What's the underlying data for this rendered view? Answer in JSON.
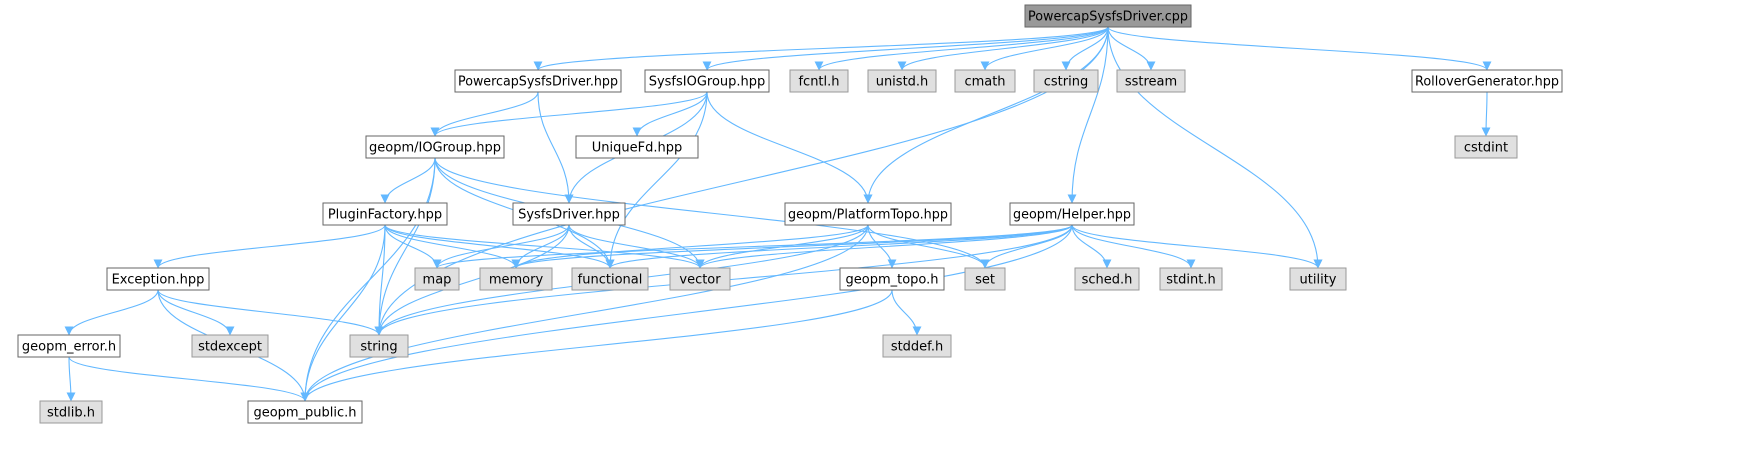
{
  "colors": {
    "edge": "#63b8ff",
    "root_fill": "#999999",
    "root_stroke": "#666666",
    "project_fill": "#ffffff",
    "project_stroke": "#666666",
    "system_fill": "#e0e0e0",
    "system_stroke": "#999999",
    "text": "#000000"
  },
  "nodes": [
    {
      "id": "root",
      "label": "PowercapSysfsDriver.cpp",
      "kind": "root"
    },
    {
      "id": "psd_hpp",
      "label": "PowercapSysfsDriver.hpp",
      "kind": "project"
    },
    {
      "id": "sysfsio",
      "label": "SysfsIOGroup.hpp",
      "kind": "project"
    },
    {
      "id": "fcntl",
      "label": "fcntl.h",
      "kind": "system"
    },
    {
      "id": "unistd",
      "label": "unistd.h",
      "kind": "system"
    },
    {
      "id": "cmath",
      "label": "cmath",
      "kind": "system"
    },
    {
      "id": "cstring",
      "label": "cstring",
      "kind": "system"
    },
    {
      "id": "sstream",
      "label": "sstream",
      "kind": "system"
    },
    {
      "id": "rollover",
      "label": "RolloverGenerator.hpp",
      "kind": "project"
    },
    {
      "id": "iogroup",
      "label": "geopm/IOGroup.hpp",
      "kind": "project"
    },
    {
      "id": "uniquefd",
      "label": "UniqueFd.hpp",
      "kind": "project"
    },
    {
      "id": "cstdint",
      "label": "cstdint",
      "kind": "system"
    },
    {
      "id": "pluginfactory",
      "label": "PluginFactory.hpp",
      "kind": "project"
    },
    {
      "id": "sysfsdriver",
      "label": "SysfsDriver.hpp",
      "kind": "project"
    },
    {
      "id": "platformtopo",
      "label": "geopm/PlatformTopo.hpp",
      "kind": "project"
    },
    {
      "id": "helper",
      "label": "geopm/Helper.hpp",
      "kind": "project"
    },
    {
      "id": "exception",
      "label": "Exception.hpp",
      "kind": "project"
    },
    {
      "id": "map",
      "label": "map",
      "kind": "system"
    },
    {
      "id": "memory",
      "label": "memory",
      "kind": "system"
    },
    {
      "id": "functional",
      "label": "functional",
      "kind": "system"
    },
    {
      "id": "vector",
      "label": "vector",
      "kind": "system"
    },
    {
      "id": "set",
      "label": "set",
      "kind": "system"
    },
    {
      "id": "geopm_topo",
      "label": "geopm_topo.h",
      "kind": "project"
    },
    {
      "id": "sched",
      "label": "sched.h",
      "kind": "system"
    },
    {
      "id": "stdint",
      "label": "stdint.h",
      "kind": "system"
    },
    {
      "id": "utility",
      "label": "utility",
      "kind": "system"
    },
    {
      "id": "geopm_error",
      "label": "geopm_error.h",
      "kind": "project"
    },
    {
      "id": "stdexcept",
      "label": "stdexcept",
      "kind": "system"
    },
    {
      "id": "string",
      "label": "string",
      "kind": "system"
    },
    {
      "id": "stddef",
      "label": "stddef.h",
      "kind": "system"
    },
    {
      "id": "stdlib",
      "label": "stdlib.h",
      "kind": "system"
    },
    {
      "id": "geopm_public",
      "label": "geopm_public.h",
      "kind": "project"
    }
  ],
  "edges": [
    [
      "root",
      "psd_hpp"
    ],
    [
      "root",
      "sysfsio"
    ],
    [
      "root",
      "fcntl"
    ],
    [
      "root",
      "unistd"
    ],
    [
      "root",
      "cmath"
    ],
    [
      "root",
      "cstring"
    ],
    [
      "root",
      "sstream"
    ],
    [
      "root",
      "rollover"
    ],
    [
      "root",
      "platformtopo"
    ],
    [
      "root",
      "helper"
    ],
    [
      "root",
      "utility"
    ],
    [
      "root",
      "string"
    ],
    [
      "psd_hpp",
      "iogroup"
    ],
    [
      "psd_hpp",
      "sysfsdriver"
    ],
    [
      "sysfsio",
      "iogroup"
    ],
    [
      "sysfsio",
      "uniquefd"
    ],
    [
      "sysfsio",
      "sysfsdriver"
    ],
    [
      "sysfsio",
      "platformtopo"
    ],
    [
      "sysfsio",
      "functional"
    ],
    [
      "rollover",
      "cstdint"
    ],
    [
      "iogroup",
      "pluginfactory"
    ],
    [
      "iogroup",
      "string"
    ],
    [
      "iogroup",
      "functional"
    ],
    [
      "iogroup",
      "vector"
    ],
    [
      "iogroup",
      "set"
    ],
    [
      "iogroup",
      "geopm_public"
    ],
    [
      "pluginfactory",
      "exception"
    ],
    [
      "pluginfactory",
      "map"
    ],
    [
      "pluginfactory",
      "memory"
    ],
    [
      "pluginfactory",
      "functional"
    ],
    [
      "pluginfactory",
      "vector"
    ],
    [
      "pluginfactory",
      "string"
    ],
    [
      "pluginfactory",
      "geopm_public"
    ],
    [
      "sysfsdriver",
      "map"
    ],
    [
      "sysfsdriver",
      "memory"
    ],
    [
      "sysfsdriver",
      "functional"
    ],
    [
      "sysfsdriver",
      "vector"
    ],
    [
      "sysfsdriver",
      "string"
    ],
    [
      "platformtopo",
      "memory"
    ],
    [
      "platformtopo",
      "vector"
    ],
    [
      "platformtopo",
      "set"
    ],
    [
      "platformtopo",
      "geopm_topo"
    ],
    [
      "platformtopo",
      "string"
    ],
    [
      "platformtopo",
      "geopm_public"
    ],
    [
      "helper",
      "map"
    ],
    [
      "helper",
      "memory"
    ],
    [
      "helper",
      "functional"
    ],
    [
      "helper",
      "vector"
    ],
    [
      "helper",
      "set"
    ],
    [
      "helper",
      "sched"
    ],
    [
      "helper",
      "stdint"
    ],
    [
      "helper",
      "utility"
    ],
    [
      "helper",
      "string"
    ],
    [
      "helper",
      "geopm_public"
    ],
    [
      "exception",
      "geopm_error"
    ],
    [
      "exception",
      "stdexcept"
    ],
    [
      "exception",
      "string"
    ],
    [
      "exception",
      "geopm_public"
    ],
    [
      "geopm_error",
      "stdlib"
    ],
    [
      "geopm_error",
      "geopm_public"
    ],
    [
      "geopm_topo",
      "stddef"
    ],
    [
      "geopm_topo",
      "geopm_public"
    ]
  ]
}
